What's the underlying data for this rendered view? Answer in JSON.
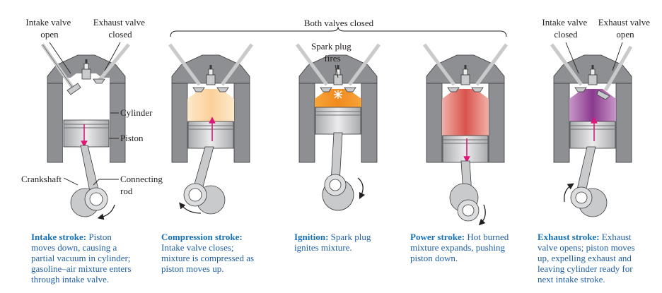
{
  "labels": {
    "intake_valve_open": [
      "Intake valve",
      "open"
    ],
    "exhaust_valve_closed": [
      "Exhaust valve",
      "closed"
    ],
    "both_valves_closed": "Both valves closed",
    "spark_plug_fires": [
      "Spark plug",
      "fires"
    ],
    "intake_valve_closed": [
      "Intake valve",
      "closed"
    ],
    "exhaust_valve_open": [
      "Exhaust valve",
      "open"
    ],
    "cylinder": "Cylinder",
    "piston": "Piston",
    "crankshaft": "Crankshaft",
    "connecting_rod": [
      "Connecting",
      "rod"
    ]
  },
  "captions": [
    {
      "title": "Intake stroke:",
      "lines": [
        " Piston",
        "moves down, causing a",
        "partial vacuum in cylinder;",
        "gasoline–air mixture enters",
        "through intake valve."
      ]
    },
    {
      "title": "Compression stroke:",
      "lines": [
        "",
        "Intake valve closes;",
        "mixture is compressed as",
        "piston moves up."
      ]
    },
    {
      "title": "Ignition:",
      "lines": [
        " Spark plug",
        "ignites mixture."
      ]
    },
    {
      "title": "Power stroke:",
      "lines": [
        " Hot burned",
        "mixture expands, pushing",
        "piston down."
      ]
    },
    {
      "title": "Exhaust stroke:",
      "lines": [
        " Exhaust",
        "valve opens;  piston moves",
        "up, expelling exhaust and",
        "leaving cylinder ready for",
        "next intake stroke."
      ]
    }
  ],
  "colors": {
    "engine_block": "#8e8f92",
    "piston": "#c9cacc",
    "arrow": "#e0157a",
    "caption": "#1f5fa8",
    "compression_gas": "#fbd7a0",
    "ignition_gas": "#f39a2c",
    "power_gas": "#d9574f",
    "exhaust_gas": "#8a3a8e"
  }
}
